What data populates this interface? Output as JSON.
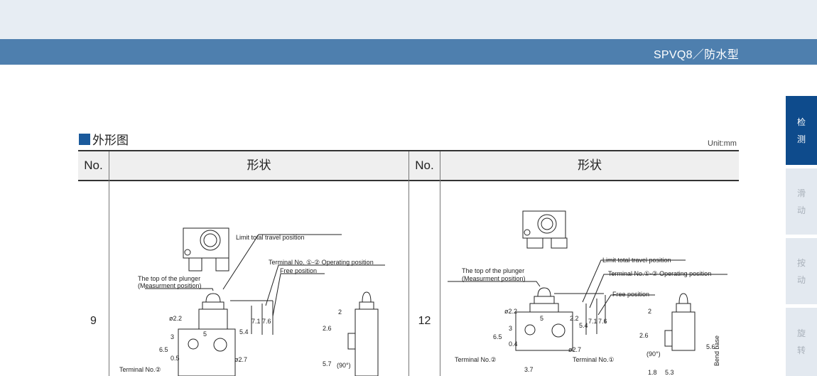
{
  "header": {
    "title": "SPVQ8／防水型"
  },
  "section": {
    "title": "外形图",
    "unit": "Unit:mm"
  },
  "table": {
    "headers": {
      "no": "No.",
      "shape": "形状"
    },
    "rows": [
      {
        "no": "9",
        "labels": {
          "limit": "Limit total travel position",
          "operating": "Terminal No. ①-② Operating position",
          "free": "Free position",
          "top1": "The top of the plunger",
          "top2": "(Measurment position)",
          "terminal2": "Terminal No.②"
        },
        "dims": {
          "d1": "5.4",
          "d2": "7.1",
          "d3": "7.6",
          "d4": "ø2.2",
          "d5": "3",
          "d6": "6.5",
          "d7": "0.5",
          "d8": "ø2.7",
          "d9": "5",
          "d10": "2",
          "d11": "2.6",
          "d12": "5.7",
          "d13": "(90°)"
        }
      },
      {
        "no": "12",
        "labels": {
          "limit": "Limit total travel position",
          "operating": "Terminal No.①-② Operating position",
          "free": "Free position",
          "top1": "The top of the plunger",
          "top2": "(Measurment position)",
          "terminal2": "Terminal No.②",
          "terminal1": "Terminal No.①",
          "bend": "Bend base"
        },
        "dims": {
          "d1": "5.4",
          "d2": "7.1",
          "d3": "7.6",
          "d4": "ø2.2",
          "d5": "3",
          "d6": "6.5",
          "d7": "0.4",
          "d8": "ø2.7",
          "d9": "5",
          "d10": "2.2",
          "d11": "2",
          "d12": "2.6",
          "d13": "(90°)",
          "d14": "5.6",
          "d15": "3.7",
          "d16": "1.8",
          "d17": "5.3"
        }
      }
    ]
  },
  "sidebar": {
    "items": [
      {
        "label1": "检",
        "label2": "测"
      },
      {
        "label1": "滑",
        "label2": "动"
      },
      {
        "label1": "按",
        "label2": "动"
      },
      {
        "label1": "旋",
        "label2": "转"
      }
    ]
  },
  "colors": {
    "bar": "#4e7fae",
    "active": "#0e4b8c",
    "square": "#1b5a9c"
  }
}
